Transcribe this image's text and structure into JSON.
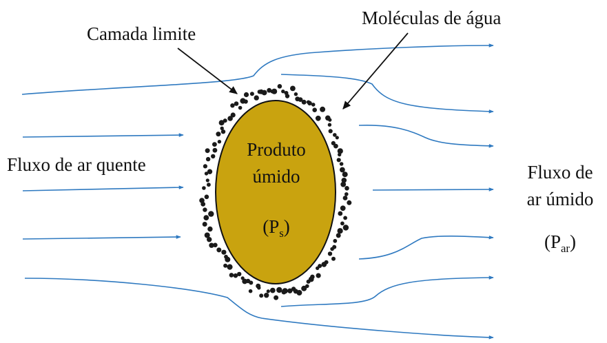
{
  "labels": {
    "boundary_layer": "Camada limite",
    "water_molecules": "Moléculas de água",
    "hot_air_flow": "Fluxo de ar quente",
    "product_line1": "Produto",
    "product_line2": "úmido",
    "product_pressure_symbol": "P",
    "product_pressure_sub": "s",
    "humid_air_line1": "Fluxo de",
    "humid_air_line2": "ar úmido",
    "air_pressure_symbol": "P",
    "air_pressure_sub": "ar"
  },
  "colors": {
    "flow_line": "#2e79c0",
    "product_fill": "#c9a30f",
    "outline": "#111111",
    "molecule": "#1a1a1a"
  }
}
